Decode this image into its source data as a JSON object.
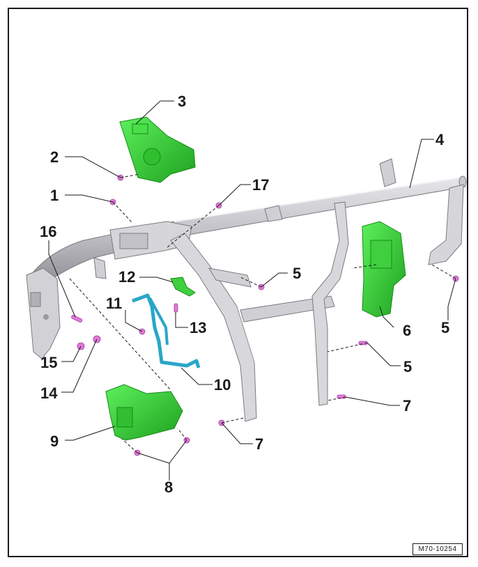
{
  "figure_code": "M70-10254",
  "callouts": {
    "c1": "1",
    "c2": "2",
    "c3": "3",
    "c4": "4",
    "c5a": "5",
    "c5b": "5",
    "c5c": "5",
    "c6": "6",
    "c7a": "7",
    "c7b": "7",
    "c8": "8",
    "c9": "9",
    "c10": "10",
    "c11": "11",
    "c12": "12",
    "c13": "13",
    "c14": "14",
    "c15": "15",
    "c16": "16",
    "c17": "17"
  },
  "colors": {
    "frame": "#b8b8bc",
    "frame_dark": "#8a8a90",
    "bracket_green": "#35d435",
    "bracket_green_dark": "#1e9b1e",
    "brace_blue": "#2aa6c8",
    "fastener": "#e07ad8",
    "line": "#1a1a1a"
  }
}
